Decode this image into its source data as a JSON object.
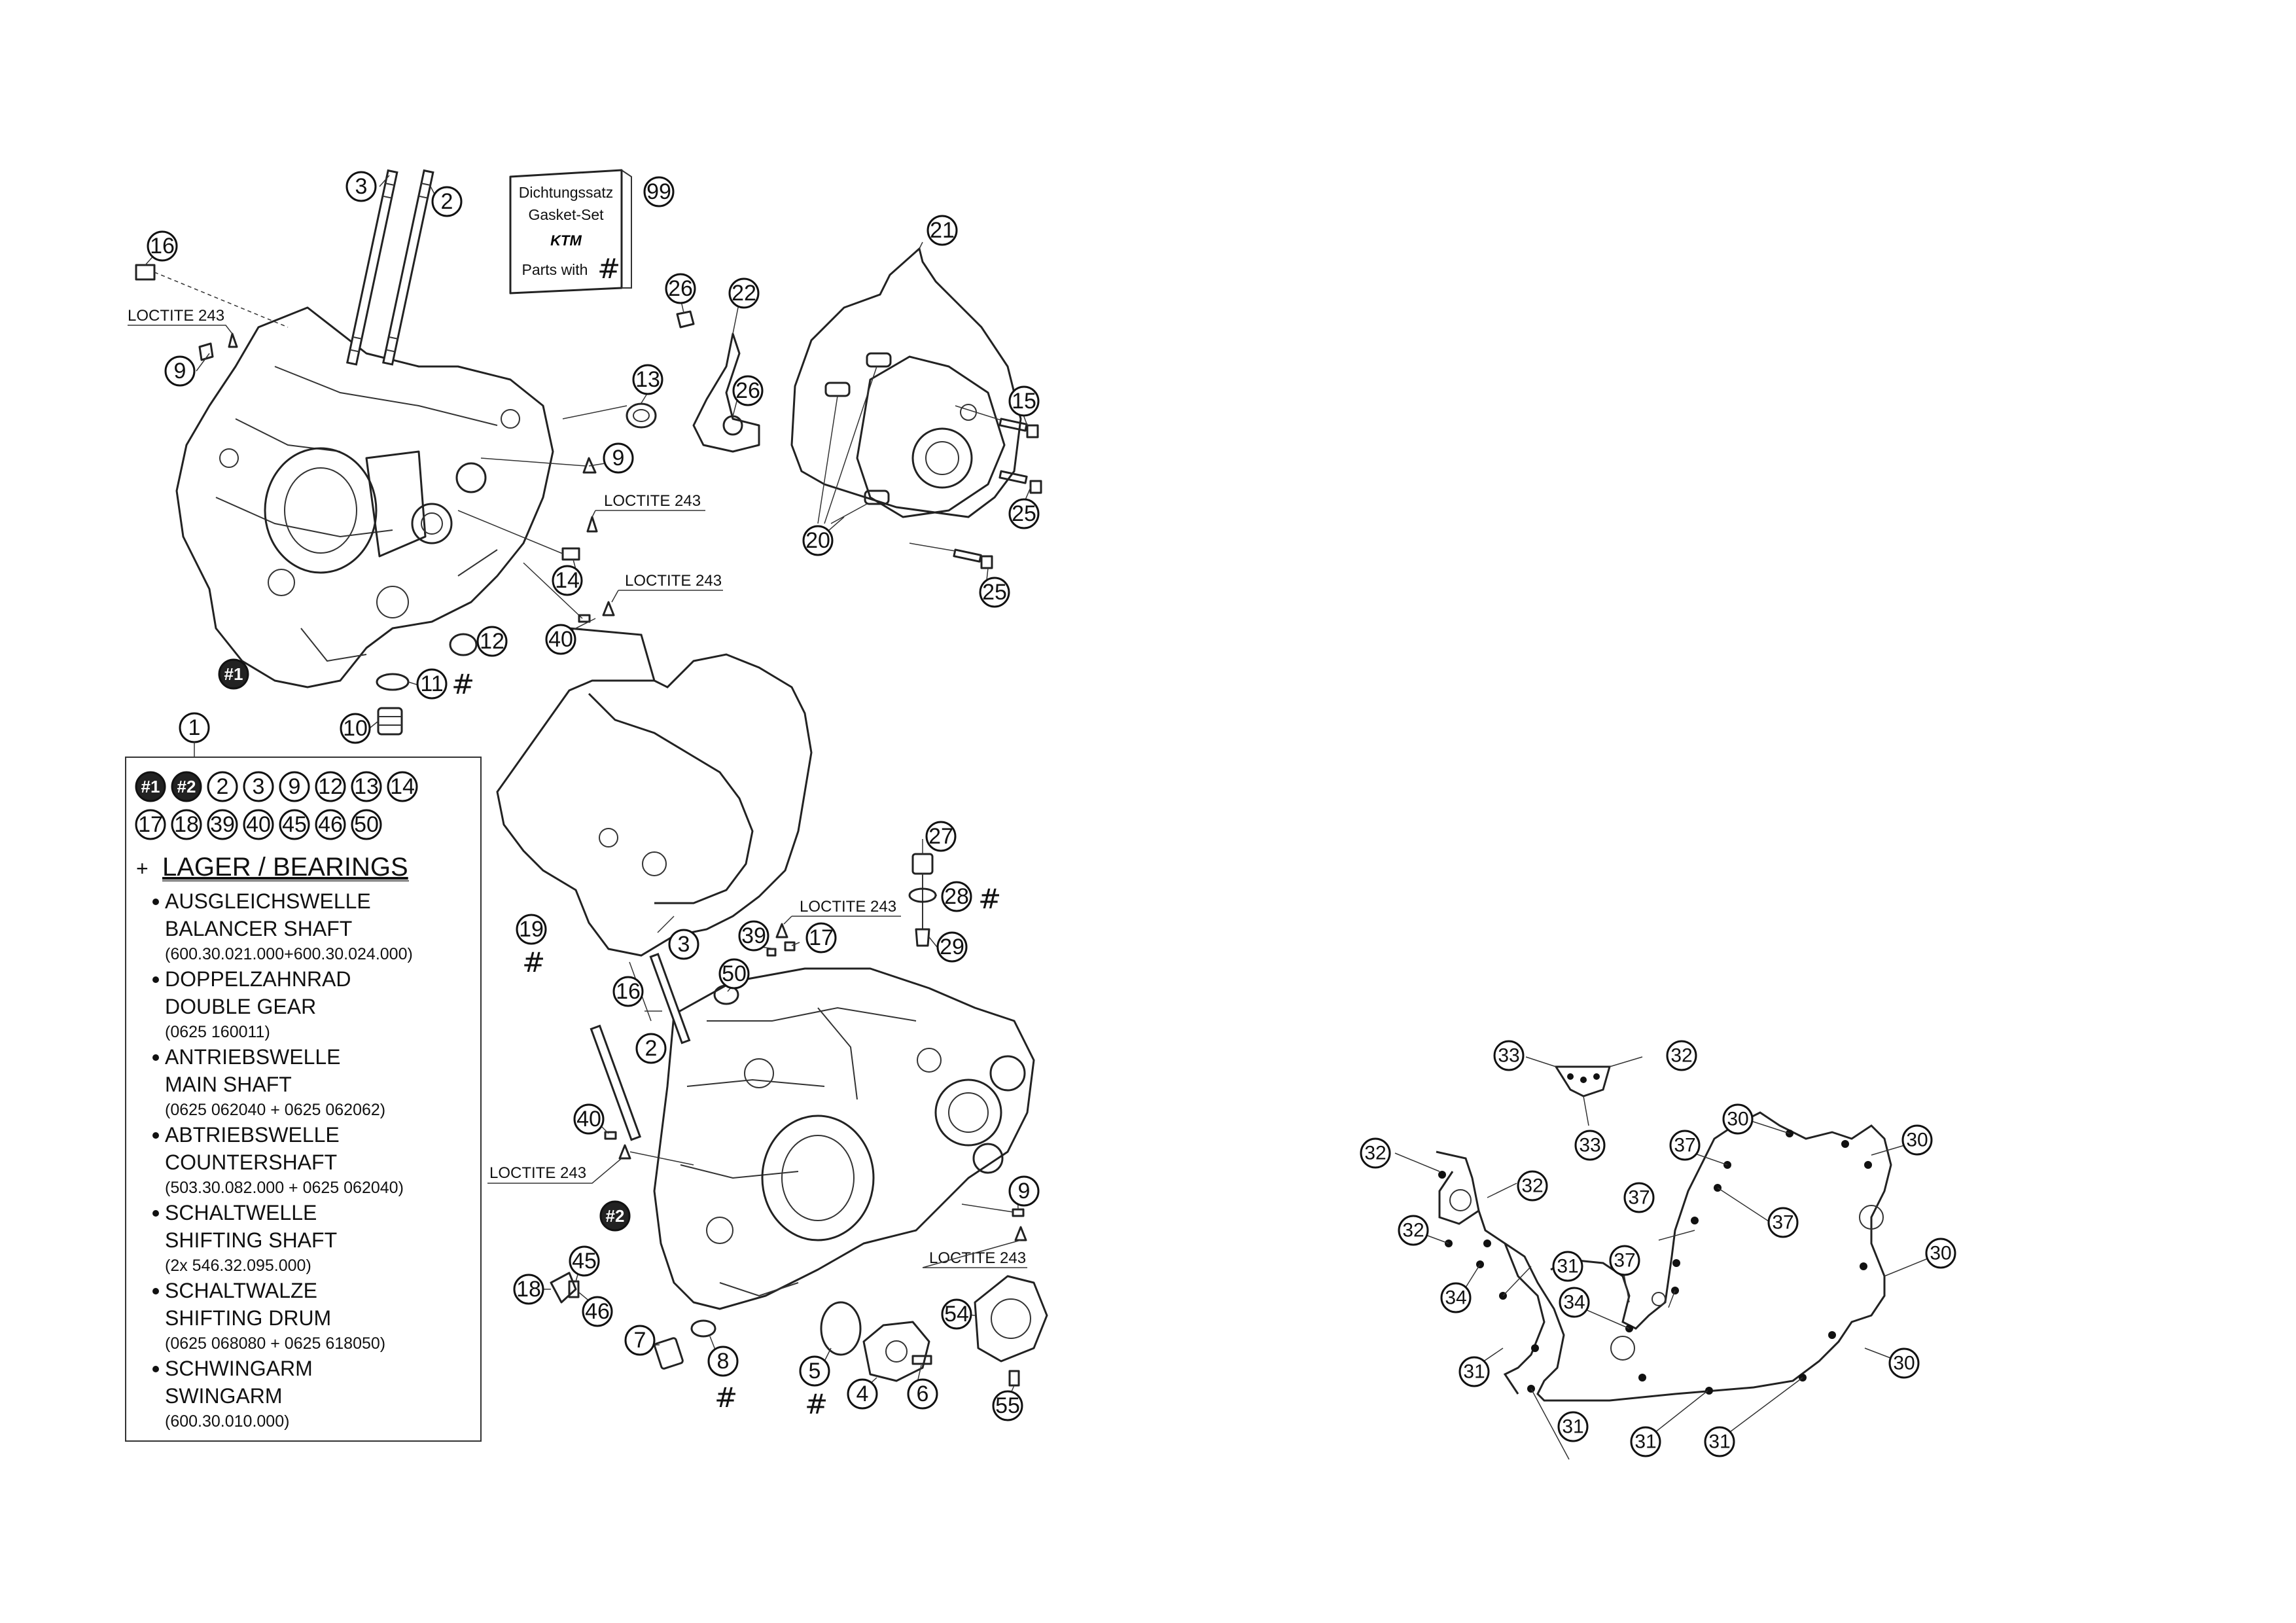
{
  "callouts": {
    "c1": "1",
    "c2a": "2",
    "c3a": "3",
    "c9a": "9",
    "c9b": "9",
    "c9c": "9",
    "c10": "10",
    "c11": "11",
    "c12": "12",
    "c13": "13",
    "c14": "14",
    "c15": "15",
    "c16a": "16",
    "c16b": "16",
    "c17": "17",
    "c18": "18",
    "c19": "19",
    "c20": "20",
    "c21": "21",
    "c22": "22",
    "c25a": "25",
    "c25b": "25",
    "c26a": "26",
    "c26b": "26",
    "c27": "27",
    "c28": "28",
    "c29": "29",
    "c2b": "2",
    "c3b": "3",
    "c39": "39",
    "c40a": "40",
    "c40b": "40",
    "c45": "45",
    "c46": "46",
    "c50": "50",
    "c54": "54",
    "c55": "55",
    "c4": "4",
    "c5": "5",
    "c6": "6",
    "c7": "7",
    "c8": "8",
    "c99": "99",
    "h1": "#1",
    "h2": "#2",
    "g30a": "30",
    "g30b": "30",
    "g30c": "30",
    "g30d": "30",
    "g31a": "31",
    "g31b": "31",
    "g31c": "31",
    "g31d": "31",
    "g31e": "31",
    "g32a": "32",
    "g32b": "32",
    "g32c": "32",
    "g32d": "32",
    "g33a": "33",
    "g33b": "33",
    "g34a": "34",
    "g34b": "34",
    "g37a": "37",
    "g37b": "37",
    "g37c": "37",
    "g37d": "37"
  },
  "hash_mark": "#",
  "loctite_label": "LOCTITE 243",
  "gasket_kit": {
    "line1": "Dichtungssatz",
    "line2": "Gasket-Set",
    "logo": "KTM",
    "line3": "Parts with"
  },
  "legend": {
    "row1": [
      "#1",
      "#2",
      "2",
      "3",
      "9",
      "12",
      "13",
      "14"
    ],
    "row2": [
      "17",
      "18",
      "39",
      "40",
      "45",
      "46",
      "50"
    ],
    "title_prefix": "+",
    "title": "LAGER / BEARINGS",
    "items": [
      {
        "de": "AUSGLEICHSWELLE",
        "en": "BALANCER SHAFT",
        "num": "(600.30.021.000+600.30.024.000)"
      },
      {
        "de": "DOPPELZAHNRAD",
        "en": "DOUBLE GEAR",
        "num": "(0625 160011)"
      },
      {
        "de": "ANTRIEBSWELLE",
        "en": "MAIN SHAFT",
        "num": "(0625 062040 + 0625 062062)"
      },
      {
        "de": "ABTRIEBSWELLE",
        "en": "COUNTERSHAFT",
        "num": "(503.30.082.000 + 0625 062040)"
      },
      {
        "de": "SCHALTWELLE",
        "en": "SHIFTING SHAFT",
        "num": "(2x 546.32.095.000)"
      },
      {
        "de": "SCHALTWALZE",
        "en": "SHIFTING DRUM",
        "num": "(0625 068080 + 0625 618050)"
      },
      {
        "de": "SCHWINGARM",
        "en": "SWINGARM",
        "num": "(600.30.010.000)"
      }
    ]
  }
}
